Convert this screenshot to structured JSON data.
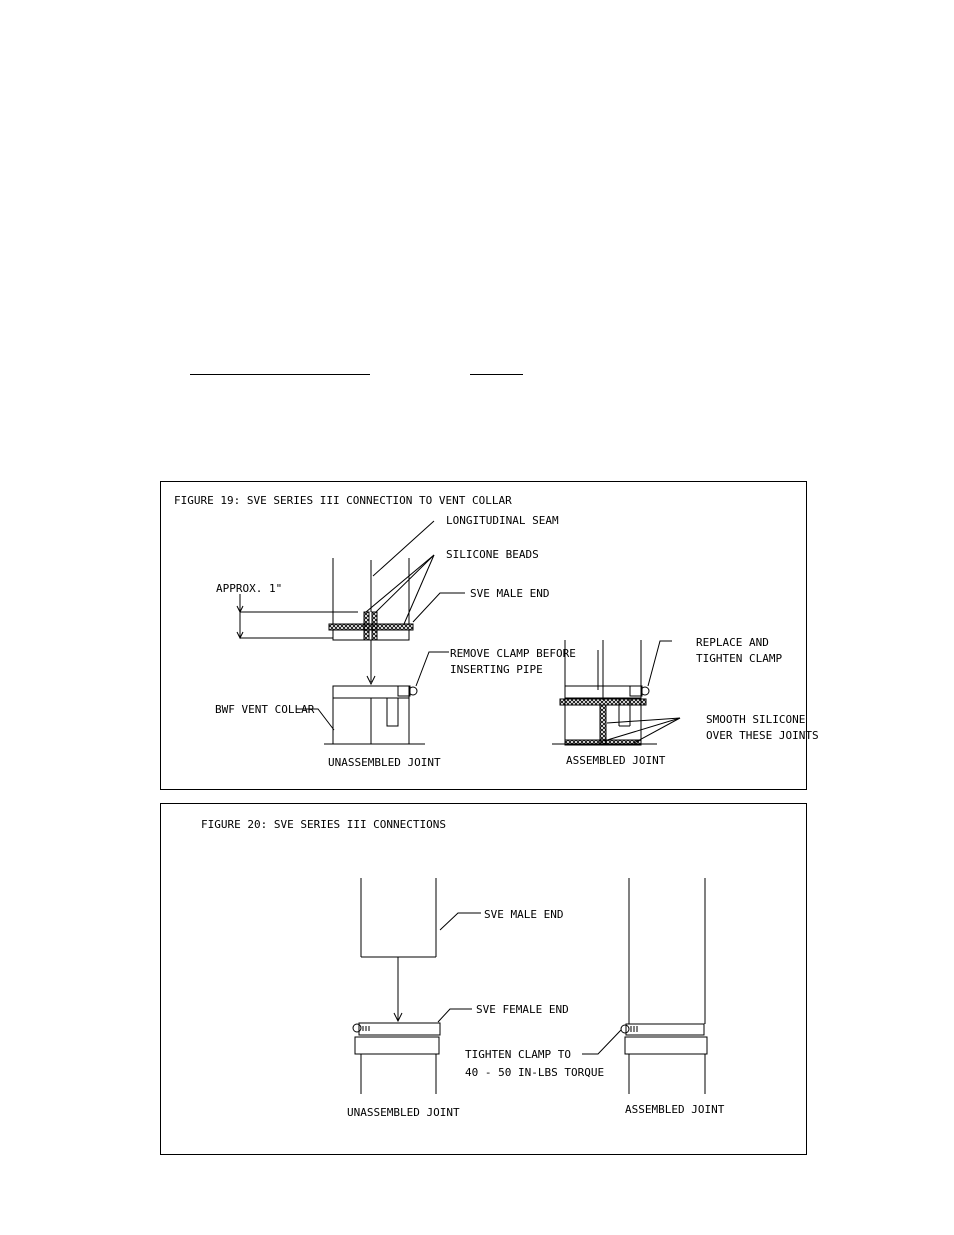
{
  "fig19": {
    "title": "FIGURE 19: SVE SERIES III CONNECTION TO VENT COLLAR",
    "longitudinal_seam": "LONGITUDINAL SEAM",
    "silicone_beads": "SILICONE BEADS",
    "approx": "APPROX. 1\"",
    "sve_male_end": "SVE MALE END",
    "remove_clamp_1": "REMOVE CLAMP BEFORE",
    "remove_clamp_2": "INSERTING PIPE",
    "bwf_vent_collar": "BWF VENT COLLAR",
    "unassembled": "UNASSEMBLED JOINT",
    "replace_clamp_1": "REPLACE AND",
    "replace_clamp_2": "TIGHTEN CLAMP",
    "smooth_1": "SMOOTH SILICONE",
    "smooth_2": "OVER THESE JOINTS",
    "assembled": "ASSEMBLED JOINT"
  },
  "fig20": {
    "title": "FIGURE 20: SVE SERIES III CONNECTIONS",
    "sve_male_end": "SVE MALE END",
    "sve_female_end": "SVE FEMALE END",
    "tighten_1": "TIGHTEN CLAMP TO",
    "tighten_2": "40 - 50 IN-LBS TORQUE",
    "unassembled": "UNASSEMBLED JOINT",
    "assembled": "ASSEMBLED JOINT"
  }
}
